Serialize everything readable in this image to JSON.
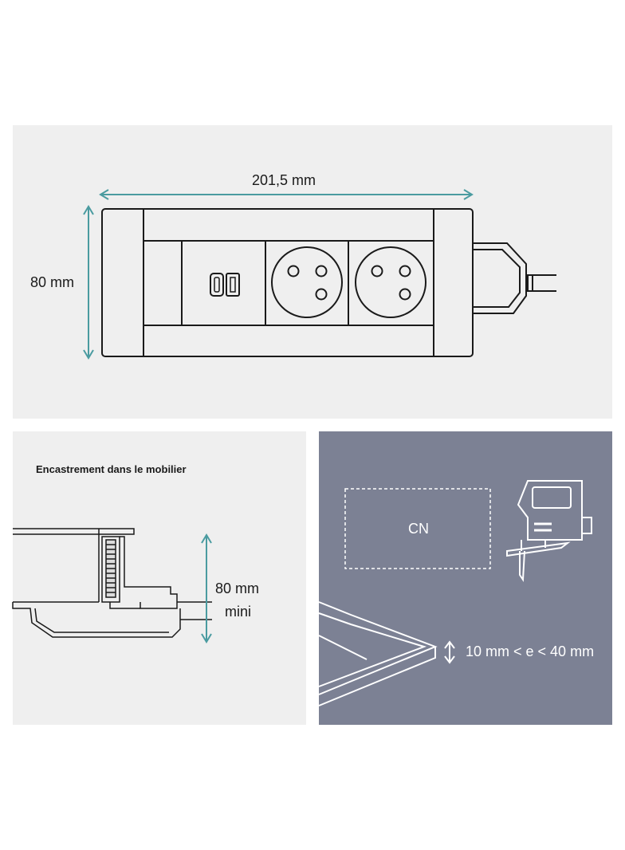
{
  "top_panel": {
    "width_label": "201,5 mm",
    "height_label": "80 mm"
  },
  "left_panel": {
    "caption": "Encastrement dans le mobilier",
    "depth_label_line1": "80 mm",
    "depth_label_line2": "mini"
  },
  "right_panel": {
    "cutout_label": "CN",
    "thickness_label": "10 mm < e < 40 mm"
  },
  "colors": {
    "panel_light": "#efefef",
    "panel_dark": "#7c8194",
    "dimension_teal": "#4a9ba0",
    "line_dark": "#1a1a1a"
  }
}
